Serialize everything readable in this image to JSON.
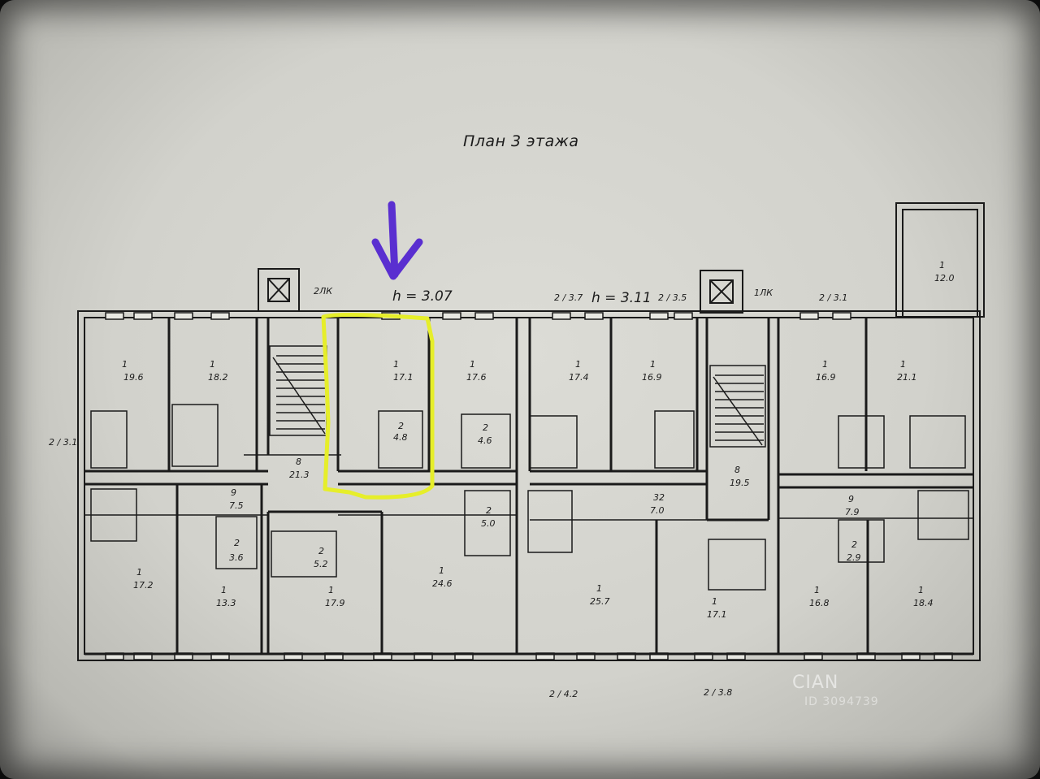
{
  "title": "План 3 этажа",
  "heights": {
    "left": "h = 3.07",
    "right": "h = 3.11"
  },
  "stairs": {
    "left_label": "2ЛК",
    "right_label": "1ЛК"
  },
  "top_dims": {
    "a": "2 / 3.7",
    "b": "2 / 3.5",
    "c": "2 / 3.1"
  },
  "side_dim": "2 / 3.1",
  "bottom_dims": {
    "a": "2 / 4.2",
    "b": "2 / 3.8"
  },
  "highlight_color": "#e6ee2a",
  "arrow_color": "#5a2fd0",
  "rooms": [
    {
      "id": "r1",
      "num": "1",
      "area": "19.6"
    },
    {
      "id": "r2",
      "num": "1",
      "area": "18.2"
    },
    {
      "id": "r3",
      "num": "1",
      "area": "17.1"
    },
    {
      "id": "r4",
      "num": "1",
      "area": "17.6"
    },
    {
      "id": "r5",
      "num": "1",
      "area": "17.4"
    },
    {
      "id": "r6",
      "num": "1",
      "area": "16.9"
    },
    {
      "id": "r7",
      "num": "1",
      "area": "16.9"
    },
    {
      "id": "r8",
      "num": "1",
      "area": "21.1"
    },
    {
      "id": "r9",
      "num": "1",
      "area": "12.0"
    },
    {
      "id": "r10",
      "num": "1",
      "area": "17.2"
    },
    {
      "id": "r11",
      "num": "1",
      "area": "13.3"
    },
    {
      "id": "r12",
      "num": "1",
      "area": "17.9"
    },
    {
      "id": "r13",
      "num": "1",
      "area": "24.6"
    },
    {
      "id": "r14",
      "num": "1",
      "area": "25.7"
    },
    {
      "id": "r15",
      "num": "1",
      "area": "17.1"
    },
    {
      "id": "r16",
      "num": "1",
      "area": "16.8"
    },
    {
      "id": "r17",
      "num": "1",
      "area": "18.4"
    },
    {
      "id": "r18",
      "num": "8",
      "area": "21.3"
    },
    {
      "id": "r19",
      "num": "8",
      "area": "19.5"
    },
    {
      "id": "r20",
      "num": "9",
      "area": "7.5"
    },
    {
      "id": "r21",
      "num": "9",
      "area": "7.9"
    },
    {
      "id": "r22",
      "num": "2",
      "area": "4.8"
    },
    {
      "id": "r23",
      "num": "2",
      "area": "4.6"
    },
    {
      "id": "r24",
      "num": "2",
      "area": "5.2"
    },
    {
      "id": "r25",
      "num": "2",
      "area": "5.0"
    },
    {
      "id": "r26",
      "num": "2",
      "area": "3.6"
    },
    {
      "id": "r27",
      "num": "2",
      "area": "2.9"
    },
    {
      "id": "r28",
      "num": "32",
      "area": "7.0"
    }
  ],
  "watermark": {
    "line1": "CIAN",
    "line2": "ID 3094739"
  }
}
